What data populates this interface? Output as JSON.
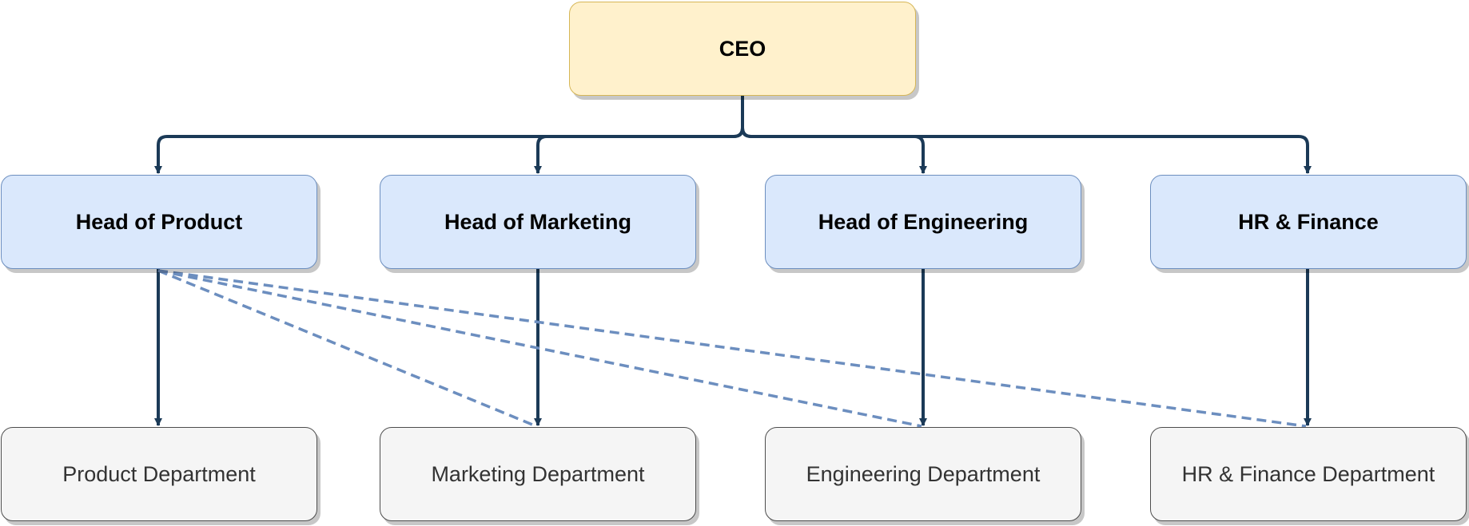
{
  "diagram": {
    "ceo": {
      "label": "CEO"
    },
    "heads": [
      {
        "label": "Head of Product"
      },
      {
        "label": "Head of Marketing"
      },
      {
        "label": "Head of Engineering"
      },
      {
        "label": "HR & Finance"
      }
    ],
    "departments": [
      {
        "label": "Product Department"
      },
      {
        "label": "Marketing Department"
      },
      {
        "label": "Engineering Department"
      },
      {
        "label": "HR & Finance Department"
      }
    ]
  },
  "colors": {
    "ceo_fill": "#fff1cc",
    "ceo_border": "#d6b656",
    "head_fill": "#dae8fc",
    "head_border": "#6c8ebf",
    "dept_fill": "#f5f5f5",
    "dept_border": "#4d4d4d",
    "solid_connector": "#1b3a57",
    "dashed_connector": "#6c8ebf"
  }
}
